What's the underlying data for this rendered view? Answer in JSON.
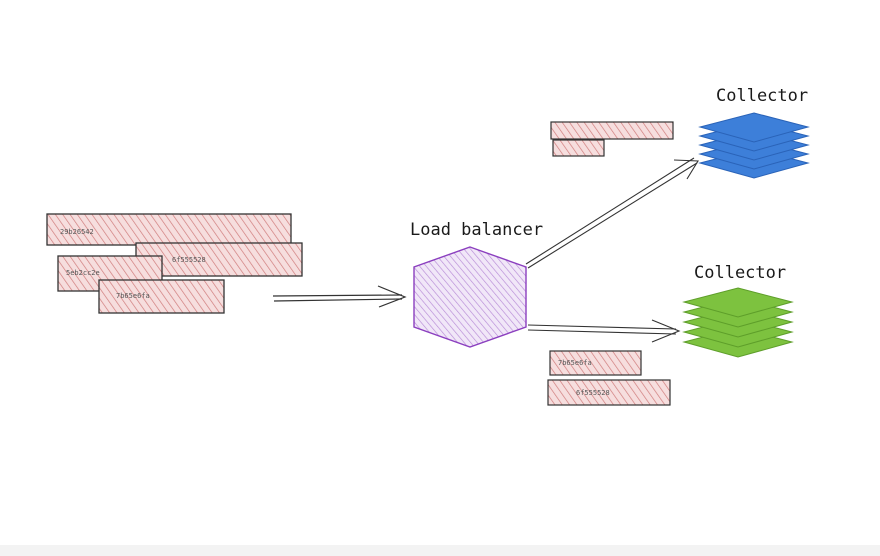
{
  "load_balancer": {
    "label": "Load balancer",
    "fill": "#b68ad6",
    "stroke": "#8b3fbf"
  },
  "collectors": [
    {
      "label": "Collector",
      "fill": "#3d7fd9",
      "stroke": "#2a63b8"
    },
    {
      "label": "Collector",
      "fill": "#7dc23f",
      "stroke": "#5e9e2a"
    }
  ],
  "span_fill": "#f1c4c4",
  "span_hatch": "#d07c7c",
  "span_stroke": "#333333",
  "incoming_spans": [
    "29b26542",
    "6f555528",
    "5eb2cc2e",
    "7b65e6fa"
  ],
  "upper_output_spans": [
    "",
    ""
  ],
  "lower_output_spans": [
    "7b65e6fa",
    "6f555528"
  ]
}
